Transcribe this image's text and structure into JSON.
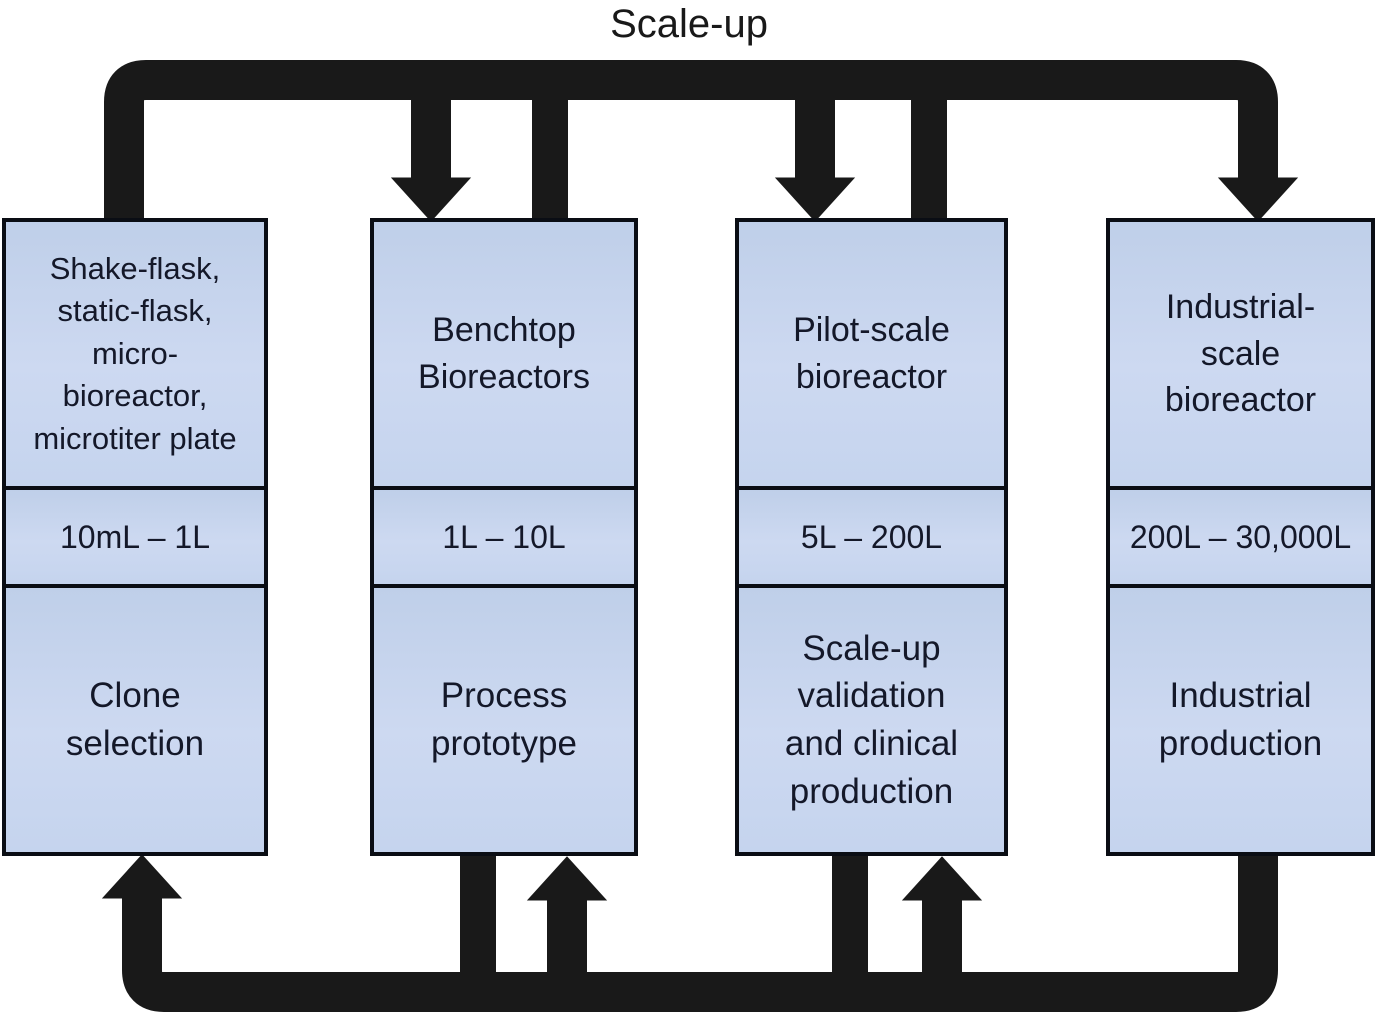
{
  "title": "Scale-up",
  "stages": [
    {
      "equipment": "Shake-flask, static-flask, micro-bioreactor, microtiter plate",
      "volume": "10mL – 1L",
      "purpose": "Clone selection"
    },
    {
      "equipment": "Benchtop Bioreactors",
      "volume": "1L – 10L",
      "purpose": "Process prototype"
    },
    {
      "equipment": "Pilot-scale bioreactor",
      "volume": "5L – 200L",
      "purpose": "Scale-up validation and clinical production"
    },
    {
      "equipment": "Industrial-scale bioreactor",
      "volume": "200L – 30,000L",
      "purpose": "Industrial production"
    }
  ],
  "flows": {
    "top": "scale-up: each stage feeds the next larger stage",
    "bottom": "scale-down: each stage feeds back to the previous smaller stage"
  },
  "colors": {
    "box_fill": "#c6d4ee",
    "box_border": "#0a0d14",
    "arrow": "#191919",
    "text": "#141829",
    "background": "#ffffff"
  }
}
